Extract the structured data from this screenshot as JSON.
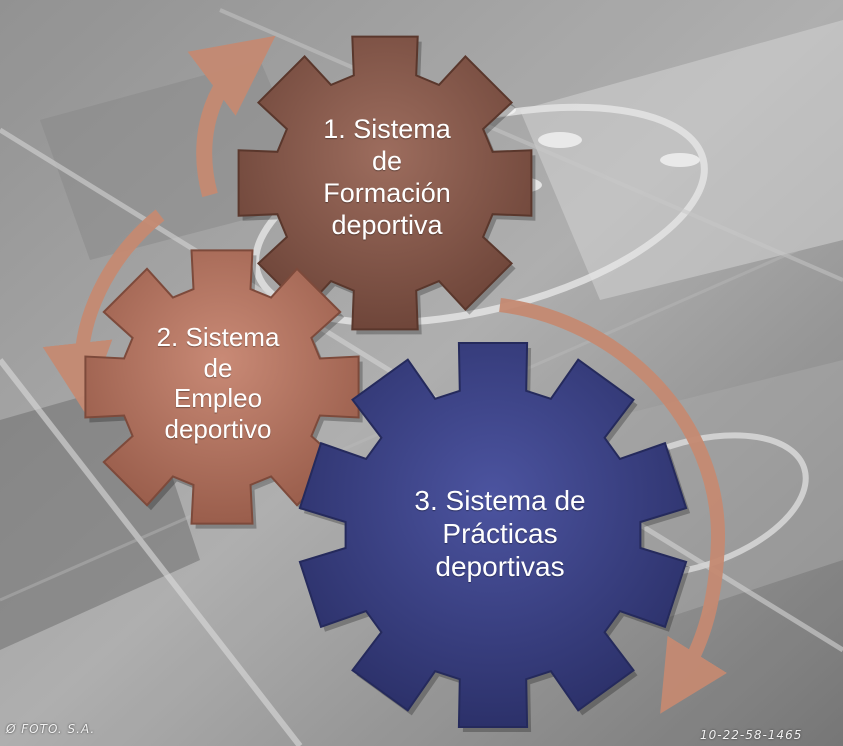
{
  "background": {
    "style": "aerial black-and-white photograph of a sports complex"
  },
  "colors": {
    "gear_brown": "#8a5a4c",
    "gear_salmon": "#b97765",
    "gear_blue": "#3c4384",
    "arrow": "#c58a72"
  },
  "gears": [
    {
      "label": "1. Sistema\nde\nFormación\ndeportiva"
    },
    {
      "label": "2. Sistema\nde\nEmpleo\ndeportivo"
    },
    {
      "label": "3. Sistema de\nPrácticas\ndeportivas"
    }
  ],
  "photo_captions": {
    "left": "Ø FOTO. S.A.",
    "right": "10-22-58-1465"
  }
}
